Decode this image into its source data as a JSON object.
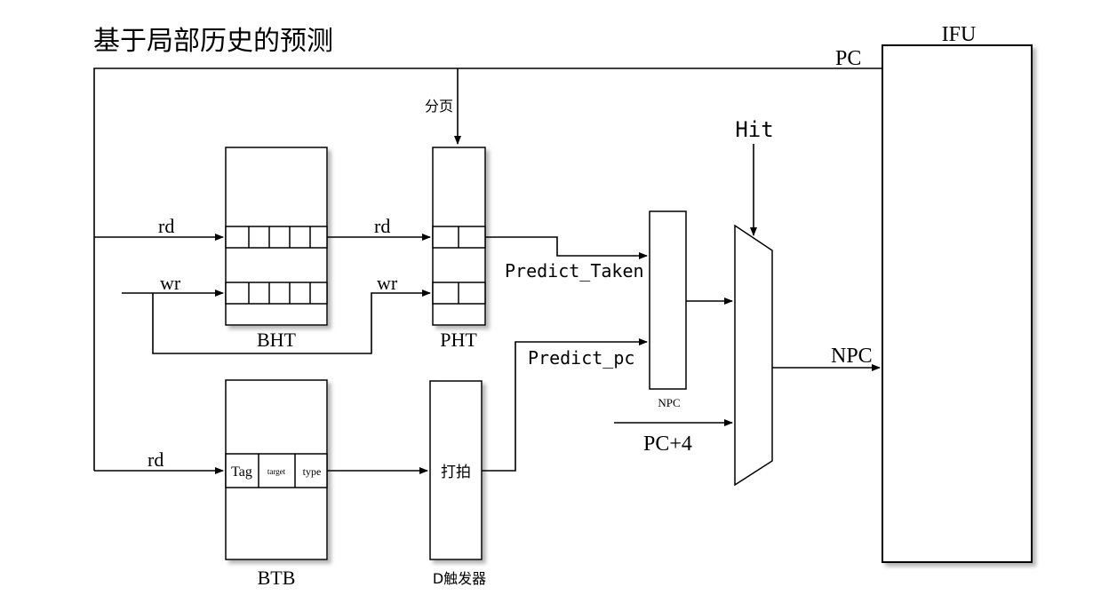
{
  "diagram": {
    "title": "基于局部历史的预测",
    "labels": {
      "ifu": "IFU",
      "pc": "PC",
      "page": "分页",
      "hit": "Hit",
      "rd_bht": "rd",
      "wr_bht": "wr",
      "rd_pht": "rd",
      "wr_pht": "wr",
      "rd_btb": "rd",
      "bht": "BHT",
      "pht": "PHT",
      "btb": "BTB",
      "predict_taken": "Predict_Taken",
      "predict_pc": "Predict_pc",
      "npc_block": "NPC",
      "npc_out": "NPC",
      "pc_plus4": "PC+4",
      "dff_cell": "打拍",
      "dff_label": "D触发器",
      "btb_tag": "Tag",
      "btb_target": "target",
      "btb_type": "type"
    },
    "colors": {
      "line": "#000000",
      "background": "#ffffff",
      "shadow": "#b0b0b0"
    }
  }
}
